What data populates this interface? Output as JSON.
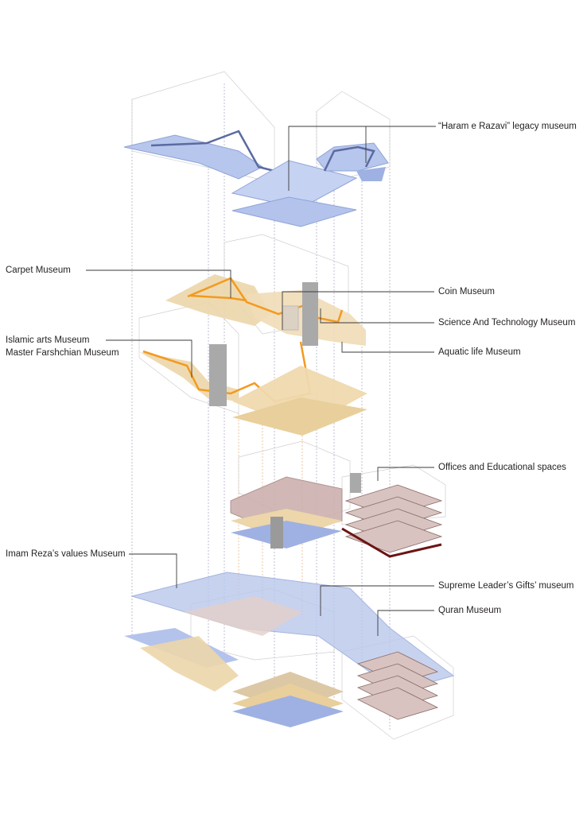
{
  "labels": {
    "haram": "“Haram e Razavi” legacy museum",
    "carpet": "Carpet Museum",
    "coin": "Coin Museum",
    "science": "Science And Technology Museum",
    "aquatic": "Aquatic life Museum",
    "islamic": "Islamic arts Museum",
    "farshchian": "Master Farshchian Museum",
    "offices": "Offices and Educational spaces",
    "imam_reza": "Imam Reza’s values Museum",
    "supreme": "Supreme Leader’s Gifts’ museum",
    "quran": "Quran Museum"
  },
  "colors": {
    "blue_floor": "#b7c6ec",
    "blue_edge": "#8fa3d8",
    "tan_floor": "#ecd6aa",
    "orange_path": "#f39a1e",
    "mauve_floor": "#cdb0ad",
    "dark_red": "#6b1414",
    "leader": "#3a3a3a",
    "wire": "#c9c9c9"
  }
}
